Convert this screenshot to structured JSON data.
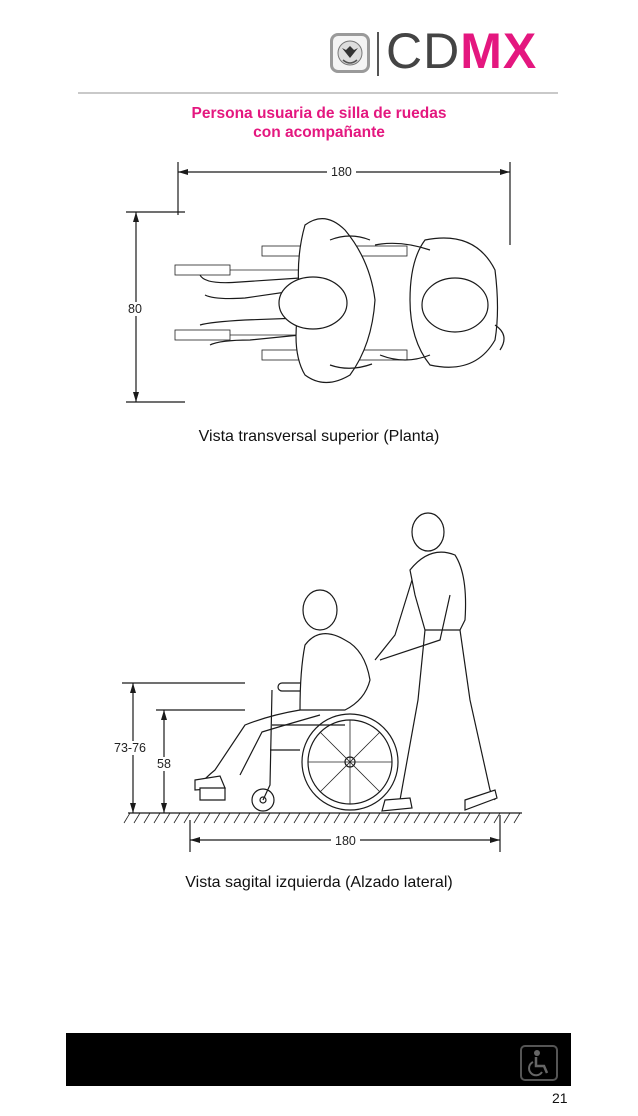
{
  "header": {
    "logo_cd": "CD",
    "logo_mx": "MX",
    "emblem_icon": "cdmx-emblem-icon"
  },
  "title": {
    "line1": "Persona usuaria de silla de ruedas",
    "line2": "con acompañante"
  },
  "plan_view": {
    "width_label": "180",
    "depth_label": "80",
    "caption": "Vista transversal superior (Planta)"
  },
  "side_view": {
    "height_label_total": "73-76",
    "height_label_seat": "58",
    "length_label": "180",
    "caption": "Vista sagital izquierda (Alzado lateral)"
  },
  "footer": {
    "icon": "wheelchair-accessibility-icon",
    "page_number": "21"
  },
  "colors": {
    "brand_magenta": "#e4177f",
    "brand_gray": "#444444",
    "footer_bar": "#000000"
  }
}
